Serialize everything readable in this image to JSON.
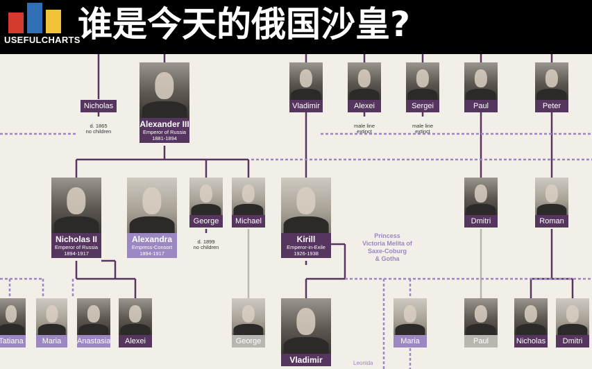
{
  "header": {
    "title": "谁是今天的俄国沙皇?",
    "logo_text": "USEFULCHARTS",
    "logo_colors": [
      "#d63a2e",
      "#2f6fb5",
      "#f2c33a"
    ]
  },
  "colors": {
    "line_purple": "#56355f",
    "label_purple": "#56355f",
    "label_lavender": "#9b87c2",
    "label_grey": "#b9b6b0"
  },
  "people": {
    "nicholas_1": {
      "name": "Nicholas",
      "note1": "d. 1865",
      "note2": "no children"
    },
    "alexander_iii": {
      "name": "Alexander III",
      "title": "Emperor of Russia",
      "years": "1881-1894"
    },
    "vladimir_1": {
      "name": "Vladimir"
    },
    "alexei_1": {
      "name": "Alexei",
      "note1": "male line",
      "note2": "extinct"
    },
    "sergei": {
      "name": "Sergei",
      "note1": "male line",
      "note2": "extinct"
    },
    "paul_1": {
      "name": "Paul"
    },
    "peter": {
      "name": "Peter"
    },
    "nicholas_ii": {
      "name": "Nicholas II",
      "title": "Emperor of Russia",
      "years": "1894-1917"
    },
    "alexandra": {
      "name": "Alexandra",
      "title": "Empress-Consort",
      "years": "1894-1917"
    },
    "george_1": {
      "name": "George",
      "note1": "d. 1899",
      "note2": "no children"
    },
    "michael": {
      "name": "Michael"
    },
    "kirill": {
      "name": "Kirill",
      "title": "Emperor-in-Exile",
      "years": "1926-1938"
    },
    "princess": {
      "line1": "Princess",
      "line2": "Victoria Melita of",
      "line3": "Saxe-Coburg",
      "line4": "& Gotha"
    },
    "dmitri_1": {
      "name": "Dmitri"
    },
    "roman": {
      "name": "Roman"
    },
    "tatiana": {
      "name": "Tatiana"
    },
    "maria_1": {
      "name": "Maria"
    },
    "anastasia": {
      "name": "Anastasia"
    },
    "alexei_2": {
      "name": "Alexei"
    },
    "george_2": {
      "name": "George"
    },
    "vladimir_2": {
      "name": "Vladimir"
    },
    "leonida": {
      "name": "Leonida"
    },
    "maria_2": {
      "name": "Maria"
    },
    "paul_2": {
      "name": "Paul"
    },
    "nicholas_3": {
      "name": "Nicholas"
    },
    "dmitri_2": {
      "name": "Dmitri"
    }
  }
}
